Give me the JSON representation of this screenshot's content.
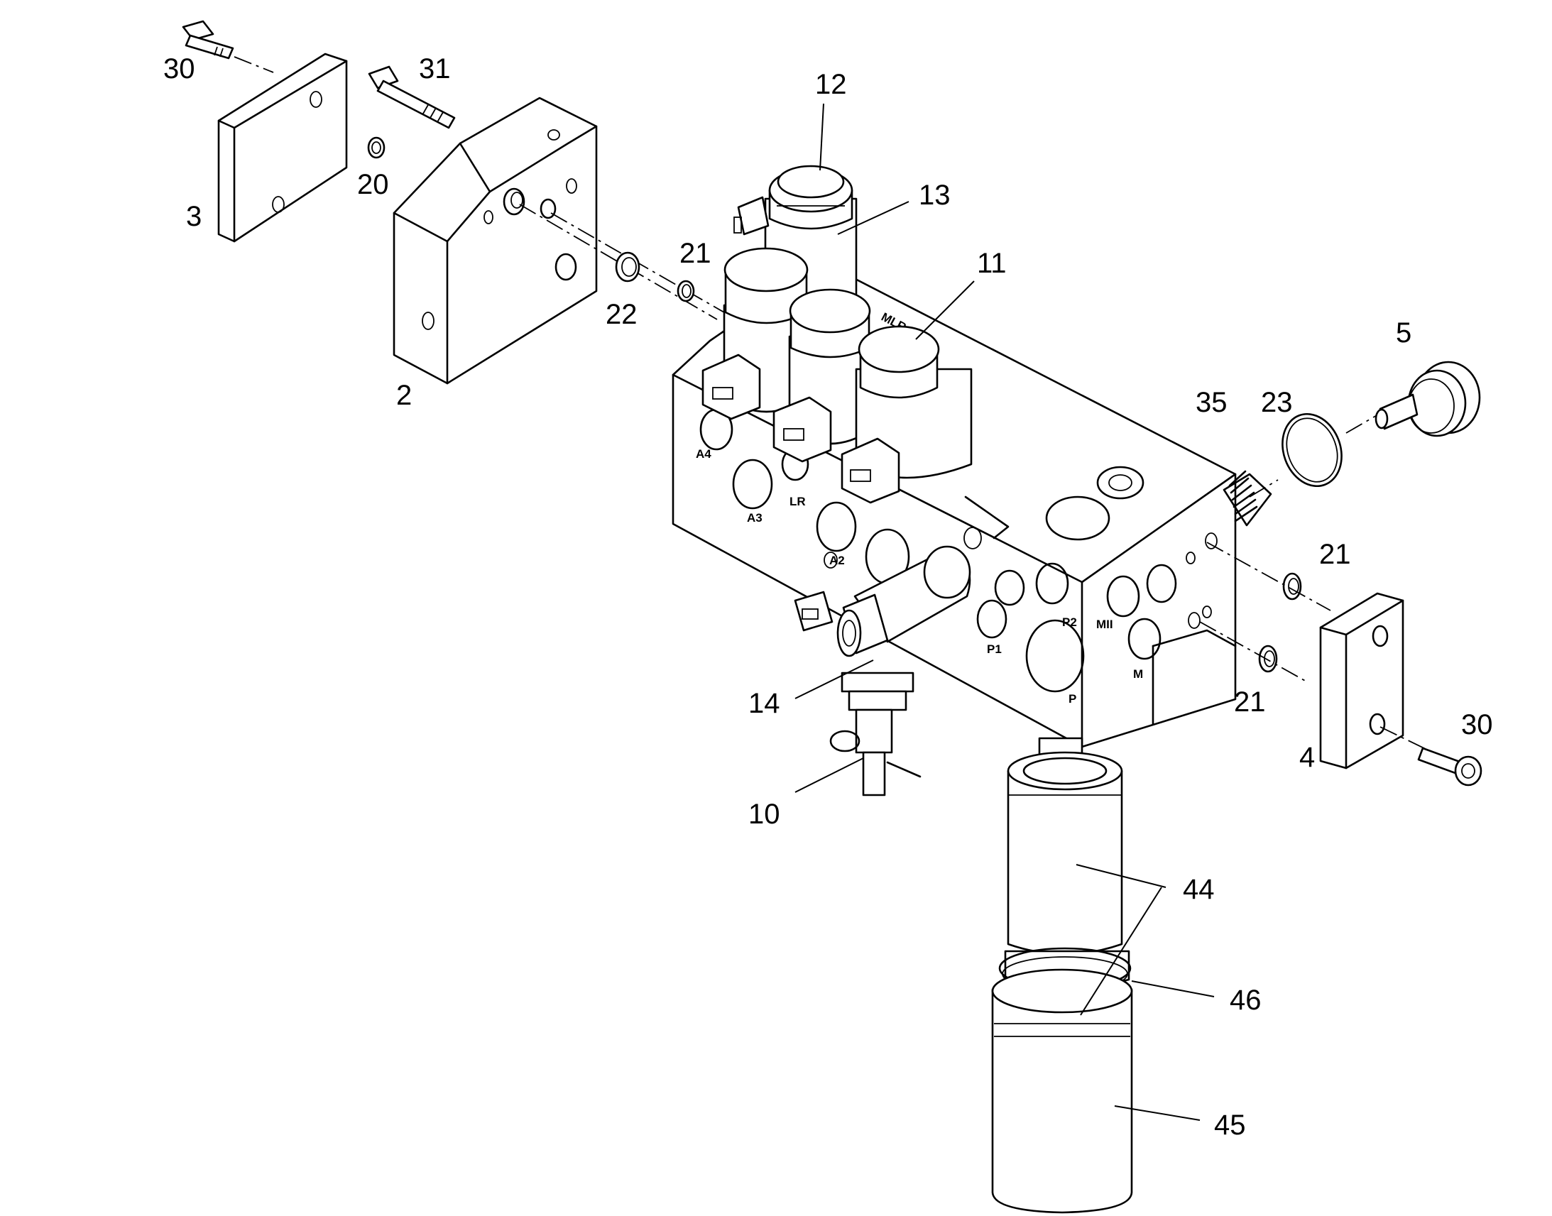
{
  "callouts": [
    {
      "id": "c30a",
      "text": "30"
    },
    {
      "id": "c31",
      "text": "31"
    },
    {
      "id": "c12",
      "text": "12"
    },
    {
      "id": "c13",
      "text": "13"
    },
    {
      "id": "c3",
      "text": "3"
    },
    {
      "id": "c20",
      "text": "20"
    },
    {
      "id": "c21a",
      "text": "21"
    },
    {
      "id": "c22",
      "text": "22"
    },
    {
      "id": "c11",
      "text": "11"
    },
    {
      "id": "c2",
      "text": "2"
    },
    {
      "id": "c5",
      "text": "5"
    },
    {
      "id": "c35",
      "text": "35"
    },
    {
      "id": "c23",
      "text": "23"
    },
    {
      "id": "c21b",
      "text": "21"
    },
    {
      "id": "c21c",
      "text": "21"
    },
    {
      "id": "c14",
      "text": "14"
    },
    {
      "id": "c30b",
      "text": "30"
    },
    {
      "id": "c4",
      "text": "4"
    },
    {
      "id": "c10",
      "text": "10"
    },
    {
      "id": "c44",
      "text": "44"
    },
    {
      "id": "c46",
      "text": "46"
    },
    {
      "id": "c45",
      "text": "45"
    }
  ],
  "port_labels": [
    {
      "id": "A4",
      "text": "A4"
    },
    {
      "id": "A3",
      "text": "A3"
    },
    {
      "id": "LR",
      "text": "LR"
    },
    {
      "id": "A2",
      "text": "A2"
    },
    {
      "id": "P1",
      "text": "P1"
    },
    {
      "id": "P2",
      "text": "P2"
    },
    {
      "id": "P",
      "text": "P"
    },
    {
      "id": "MII",
      "text": "MII"
    },
    {
      "id": "M",
      "text": "M"
    },
    {
      "id": "MLR",
      "text": "MLR"
    }
  ]
}
